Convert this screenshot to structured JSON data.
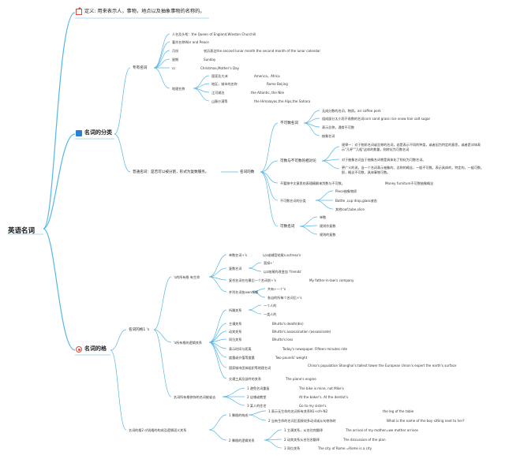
{
  "root": "英语名词",
  "definition": "定义: 用来表示人，事物，地点以及抽象事物的名称的。",
  "classification": {
    "title": "名词的分类",
    "proper": {
      "label": "专有名词",
      "items": [
        "人名及头衔：the Queen of England,Winston Churchill",
        "著作名称War and Peace",
        "月份",
        "星期",
        "cc",
        "地理名称"
      ],
      "month_example": "农历表达the second lunar month the second month of the lunar calendar",
      "week_example": "Sunday",
      "cc_example": "Christmas,Mother's Day",
      "geo": [
        {
          "label": "国家及大洲",
          "example": "America，Africa"
        },
        {
          "label": "地区，城市的名称",
          "example": "Rome Beijing"
        },
        {
          "label": "江河湖泊",
          "example": "the Atlantic, the Nile"
        },
        {
          "label": "山脉沙漠等",
          "example": "the Himalayas,the Alps,the Sahara"
        }
      ]
    },
    "common": {
      "label": "普通名词：是否可以被分割，形式为复数服务。",
      "count_label": "名词的数",
      "uncountable": {
        "label": "不可数名词",
        "items": [
          "无成分数的名词，物质。air coffee pork",
          "组成部分太小而不易数的名词corn sand grass rice snow hair salt sugar",
          "表示总称，通常不可数",
          "抽象名词"
        ]
      },
      "both": {
        "label": "可数与不可数的相对论",
        "items": [
          "规律一：对于物质名词或总称的名词，若是表示不同的种类，或者因为特定的意思，或者是详体表示\"几杯\"\"几瓶\"这样的数量，则转化为可数名词",
          "对于抽象名词当于抽象名词哪是具体化了则化为可数名词。",
          "更广义的说，当一个名词表示抽象的、总称的概念，一般不可数。表示具体的，特定的，一般可数。即，概念不可数，具体事物可数。"
        ]
      },
      "chinese_note": {
        "label": "不要按中文意思的表理精解来判数与不可数。",
        "example": "Money furniture不可数抽象概念"
      },
      "plural_forms": {
        "label": "不可数名词的分类",
        "items": [
          "Piece抽象物质",
          "Bottle ,cup drop,glass液态",
          "其他loaf,tube,slice"
        ]
      }
    },
    "countable": {
      "label": "可数名词",
      "items": [
        "单数",
        "规则作复数",
        "规则的复数"
      ]
    }
  },
  "possessive": {
    "title": "名词的格",
    "s_form": {
      "label": "名词的格1 's",
      "ending": {
        "label": "'s的所有格 有生命",
        "rows": [
          {
            "label": "单数名词+'s",
            "example": "以s或辅音结尾s.actress's"
          },
          {
            "label": "复数名词",
            "subs": [
              "直接+'",
              "以s结尾的改变加 'friends'"
            ]
          },
          {
            "label": "复合名词在在最后一个名词前+'s",
            "example": "My father-in-law's company"
          },
          {
            "label": "并列名词各own领属",
            "subs": [
              "共有+一个's",
              "各自的所每个名词后+'s"
            ]
          }
        ]
      },
      "logic": {
        "label": "'s所有格的逻辑关系",
        "rows": [
          {
            "label": "所属关系",
            "subs": [
              "一个人的",
              "一类人的"
            ]
          },
          {
            "label": "主谓关系",
            "example": "Bhutto's death(die)"
          },
          {
            "label": "动宾关系",
            "example": "Bhutto's assassination (assassinate)"
          },
          {
            "label": "同位关系",
            "example": "Bhutto's loss"
          },
          {
            "label": "表示时间与距离",
            "example": "Today's newspaper. Fifteen minutes ride"
          },
          {
            "label": "度量或价值等度量",
            "example": "Two pounds' weight"
          },
          {
            "label": "国家城市团体组织等地理名词",
            "example": "China's population Shanghai's tallest tower the European Union's expert the earth's surface"
          },
          {
            "label": "交通工具及部件的关系",
            "example": "The plane's engine"
          }
        ]
      },
      "omission": {
        "label": "名词所有格修饰的名词被省去",
        "rows": [
          {
            "label": "1 避免名词重复",
            "example": "The bike is mine, not Mike's"
          },
          {
            "label": "2 店铺或教堂",
            "example": "At the baker's. At the dentist's"
          },
          {
            "label": "3 某人的住宅",
            "example": "Go to my sister's"
          }
        ]
      }
    },
    "of_form": {
      "label": "名词的格2 of说格的构成及逻辑语义关系",
      "structure": {
        "label": "1 属格的构成",
        "rows": [
          {
            "label": "1 表示无生命的名词所有关系N1+of+N2",
            "example": "the leg of the table"
          },
          {
            "label": "2 当有生命的名词后面接较多动词或从句修饰时",
            "example": "What is the name of the boy sitting next to her?"
          }
        ]
      },
      "logic": {
        "label": "2 属格的逻辑关系",
        "rows": [
          {
            "label": "1 主谓关系，从名往宾翻译",
            "example": "The arrival of my mother=we mother arrives"
          },
          {
            "label": "2 动宾关系从名往名翻译",
            "example": "The discussion of the plan"
          },
          {
            "label": "3 同位关系",
            "example": "The city of Rome =Rome is a city"
          }
        ]
      }
    }
  }
}
